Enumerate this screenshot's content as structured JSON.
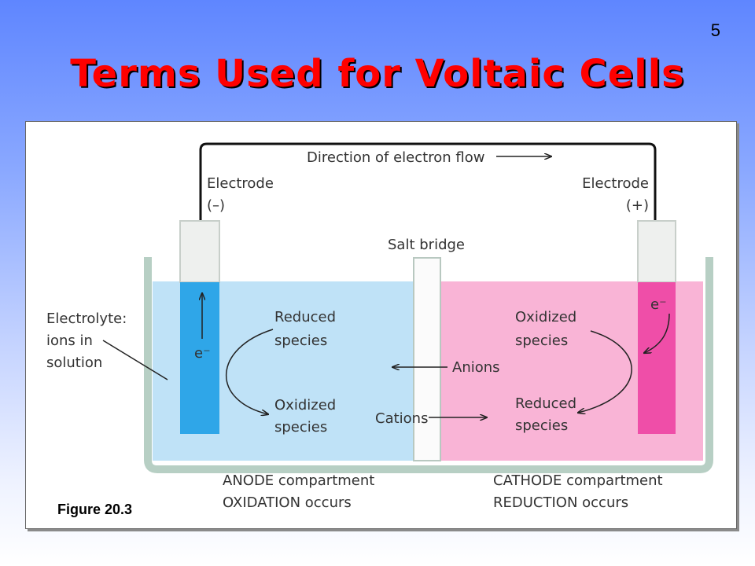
{
  "slide": {
    "page_number": "5",
    "title": "Terms Used for Voltaic Cells",
    "caption": "Figure 20.3"
  },
  "diagram": {
    "electron_flow": "Direction of electron flow",
    "anode_electrode": [
      "Electrode",
      "(–)"
    ],
    "cathode_electrode": [
      "Electrode",
      "(+)"
    ],
    "salt_bridge": "Salt bridge",
    "electrolyte": [
      "Electrolyte:",
      "ions in",
      "solution"
    ],
    "anode_reduced_species": [
      "Reduced",
      "species"
    ],
    "anode_oxidized_species": [
      "Oxidized",
      "species"
    ],
    "cathode_oxidized_species": [
      "Oxidized",
      "species"
    ],
    "cathode_reduced_species": [
      "Reduced",
      "species"
    ],
    "anions": "Anions",
    "cations": "Cations",
    "anode_electron": "e⁻",
    "cathode_electron": "e⁻",
    "anode_compartment": [
      "ANODE compartment",
      "OXIDATION occurs"
    ],
    "cathode_compartment": [
      "CATHODE compartment",
      "REDUCTION occurs"
    ]
  },
  "colors": {
    "title": "#ff0000",
    "anode_solution": "#bfe2f7",
    "cathode_solution": "#f9b4d6",
    "anode_electrode": "#2fa6e8",
    "cathode_electrode": "#ef4ea8"
  }
}
